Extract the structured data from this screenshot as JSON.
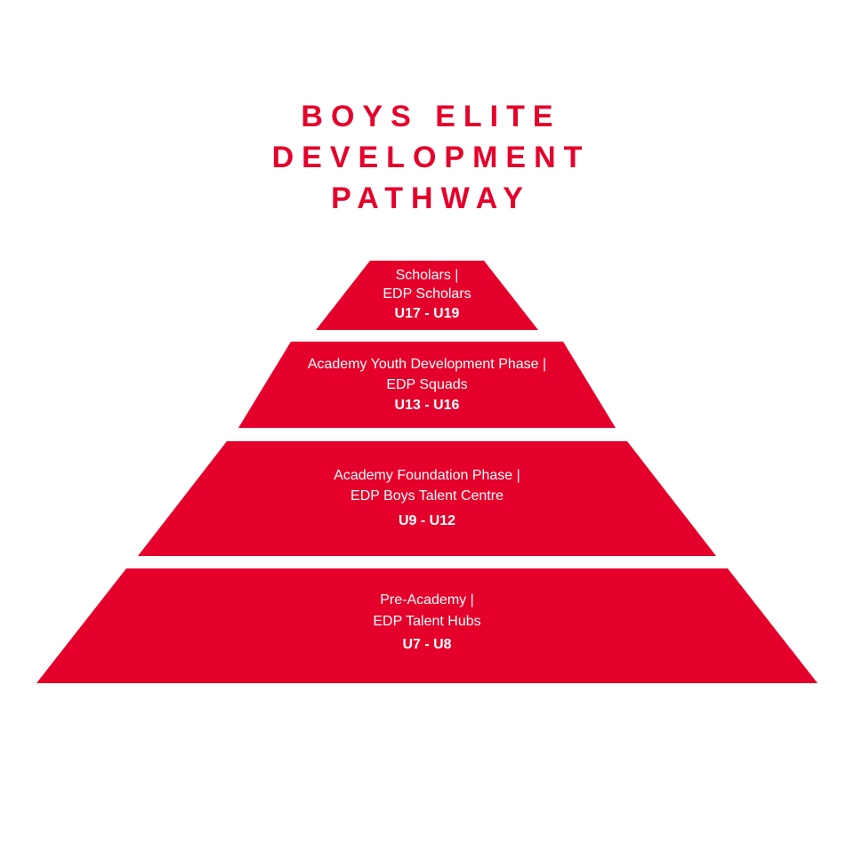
{
  "title": {
    "lines": [
      "BOYS ELITE",
      "DEVELOPMENT",
      "PATHWAY"
    ],
    "color": "#E4002B"
  },
  "pyramid": {
    "fill": "#E4002B",
    "text_color": "#FFFFFF",
    "tiers": [
      {
        "line1": "Scholars |",
        "line2": "EDP Scholars",
        "ages": "U17 - U19"
      },
      {
        "line1": "Academy Youth Development Phase |",
        "line2": "EDP Squads",
        "ages": "U13 - U16"
      },
      {
        "line1": "Academy Foundation Phase |",
        "line2": "EDP Boys Talent Centre",
        "ages": "U9 - U12"
      },
      {
        "line1": "Pre-Academy |",
        "line2": "EDP Talent Hubs",
        "ages": "U7 - U8"
      }
    ]
  }
}
